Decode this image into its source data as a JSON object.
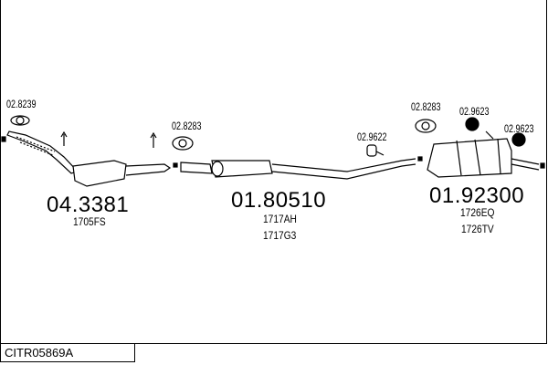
{
  "diagram_code": "CITR05869A",
  "sections": [
    {
      "part_number": "04.3381",
      "refs": [
        "1705FS"
      ]
    },
    {
      "part_number": "01.80510",
      "refs": [
        "1717AH",
        "1717G3"
      ]
    },
    {
      "part_number": "01.92300",
      "refs": [
        "1726EQ",
        "1726TV"
      ]
    }
  ],
  "accessories": [
    "02.8239",
    "02.8283",
    "02.9622",
    "02.8283",
    "02.9623",
    "02.9623"
  ]
}
